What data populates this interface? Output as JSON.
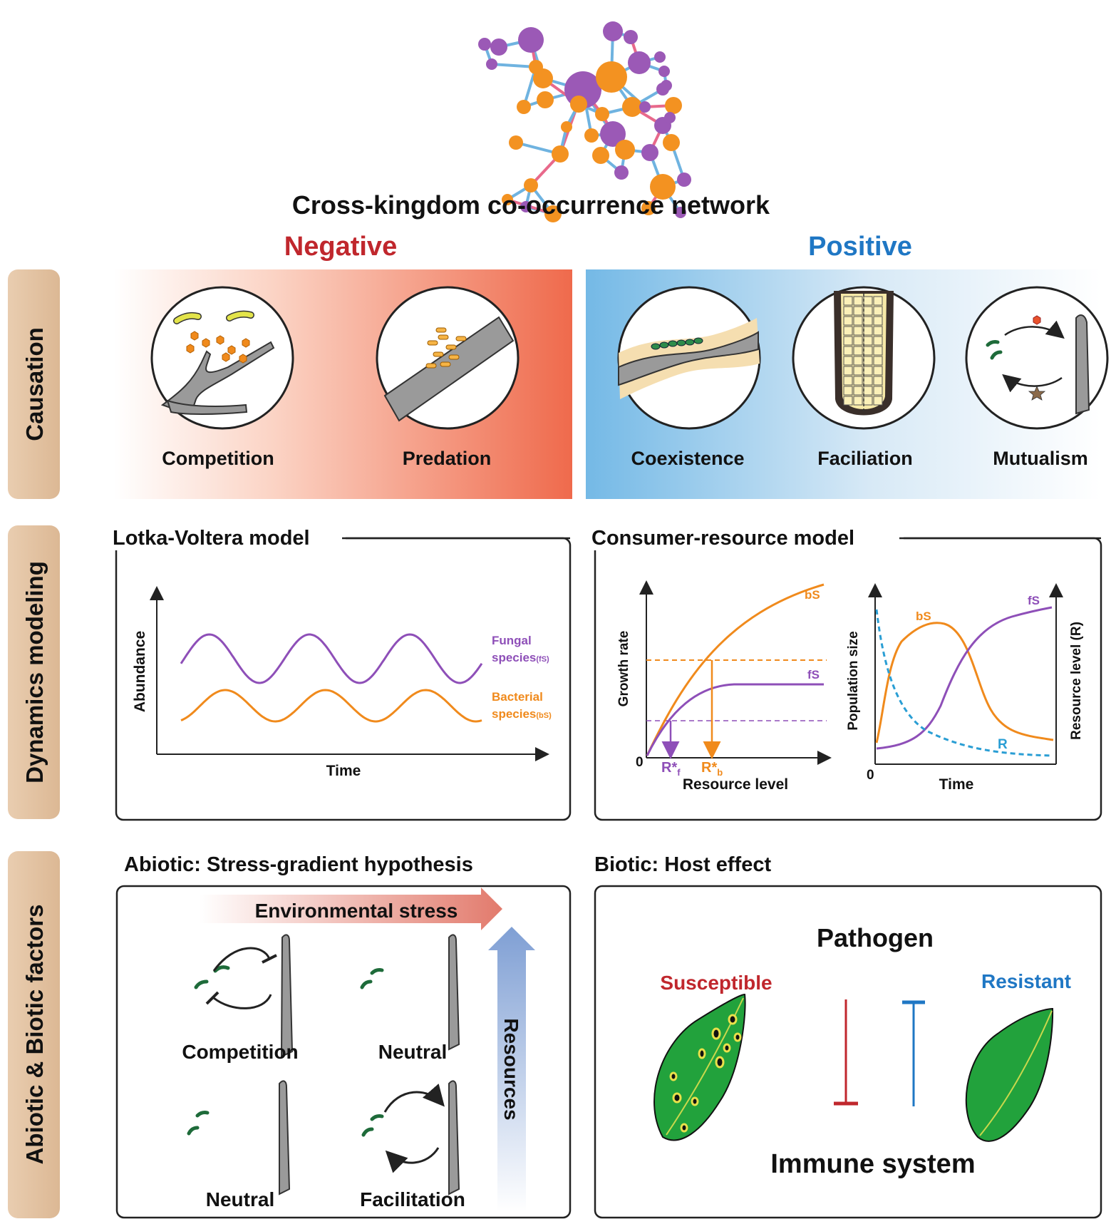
{
  "network": {
    "title": "Cross-kingdom co-occurrence network",
    "colors": {
      "fungal": "#9b59b6",
      "bacterial": "#f39221",
      "edge_positive": "#6fb3e0",
      "edge_negative": "#e8698b"
    }
  },
  "interaction": {
    "negative": "Negative",
    "positive": "Positive",
    "negative_color": "#c0272d",
    "positive_color": "#1f77c4"
  },
  "rows": {
    "causation": "Causation",
    "dynamics": "Dynamics modeling",
    "factors": "Abiotic & Biotic factors"
  },
  "causation": {
    "competition": "Competition",
    "predation": "Predation",
    "coexistence": "Coexistence",
    "faciliation": "Faciliation",
    "mutualism": "Mutualism"
  },
  "lotka": {
    "title": "Lotka-Voltera model",
    "ylabel": "Abundance",
    "xlabel": "Time",
    "fungal_label": "Fungal",
    "fungal_label2": "species",
    "fungal_sub": "(fS)",
    "bacterial_label": "Bacterial",
    "bacterial_label2": "species",
    "bacterial_sub": "(bS)"
  },
  "consumer": {
    "title": "Consumer-resource model",
    "ylabel_left": "Growth rate",
    "xlabel_left": "Resource level",
    "origin": "0",
    "bs": "bS",
    "fs": "fS",
    "r_star_f": "R*",
    "r_star_f_sub": "f",
    "r_star_b": "R*",
    "r_star_b_sub": "b",
    "ylabel_right": "Population size",
    "ylabel_right2": "Resource level (R)",
    "xlabel_right": "Time",
    "r_label": "R"
  },
  "abiotic": {
    "title": "Abiotic: Stress-gradient hypothesis",
    "env_stress": "Environmental stress",
    "resources": "Resources",
    "competition": "Competition",
    "neutral1": "Neutral",
    "neutral2": "Neutral",
    "facilitation": "Facilitation"
  },
  "biotic": {
    "title": "Biotic: Host effect",
    "pathogen": "Pathogen",
    "susceptible": "Susceptible",
    "resistant": "Resistant",
    "immune": "Immune system",
    "susceptible_color": "#c0272d",
    "resistant_color": "#1f77c4"
  }
}
